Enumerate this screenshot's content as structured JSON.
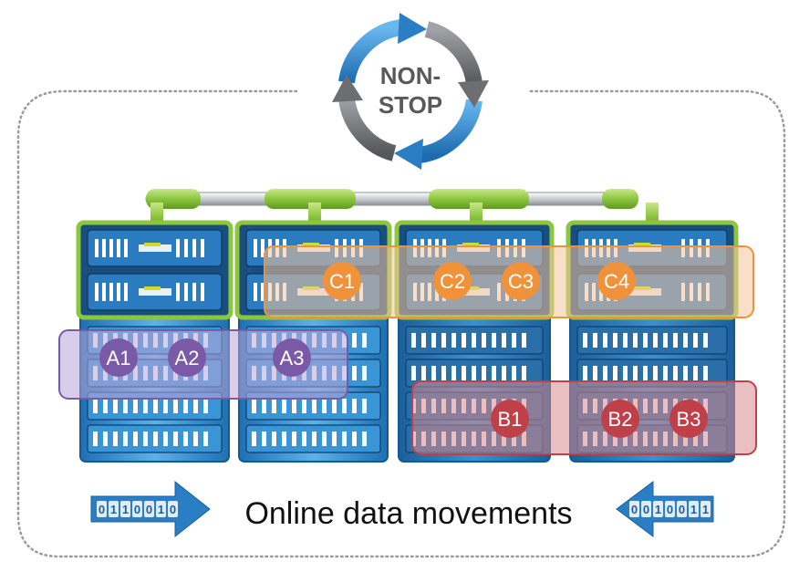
{
  "badge": {
    "line1": "NON-",
    "line2": "STOP"
  },
  "caption": "Online data movements",
  "left_arrow_bits": [
    "0",
    "1",
    "1",
    "0",
    "0",
    "1",
    "0"
  ],
  "right_arrow_bits": [
    "0",
    "0",
    "1",
    "0",
    "0",
    "1",
    "1"
  ],
  "groups": {
    "A": {
      "color": "#7a5aa6",
      "members": [
        "A1",
        "A2",
        "A3"
      ]
    },
    "B": {
      "color": "#c0404a",
      "members": [
        "B1",
        "B2",
        "B3"
      ]
    },
    "C": {
      "color": "#f0923a",
      "members": [
        "C1",
        "C2",
        "C3",
        "C4"
      ]
    }
  },
  "colors": {
    "rack_blue": "#2e86c8",
    "rack_light": "#7cc0ee",
    "frame_green": "#8cc63f",
    "arrow_blue": "#2a7ec4",
    "arrow_gray": "#6d6e71"
  }
}
